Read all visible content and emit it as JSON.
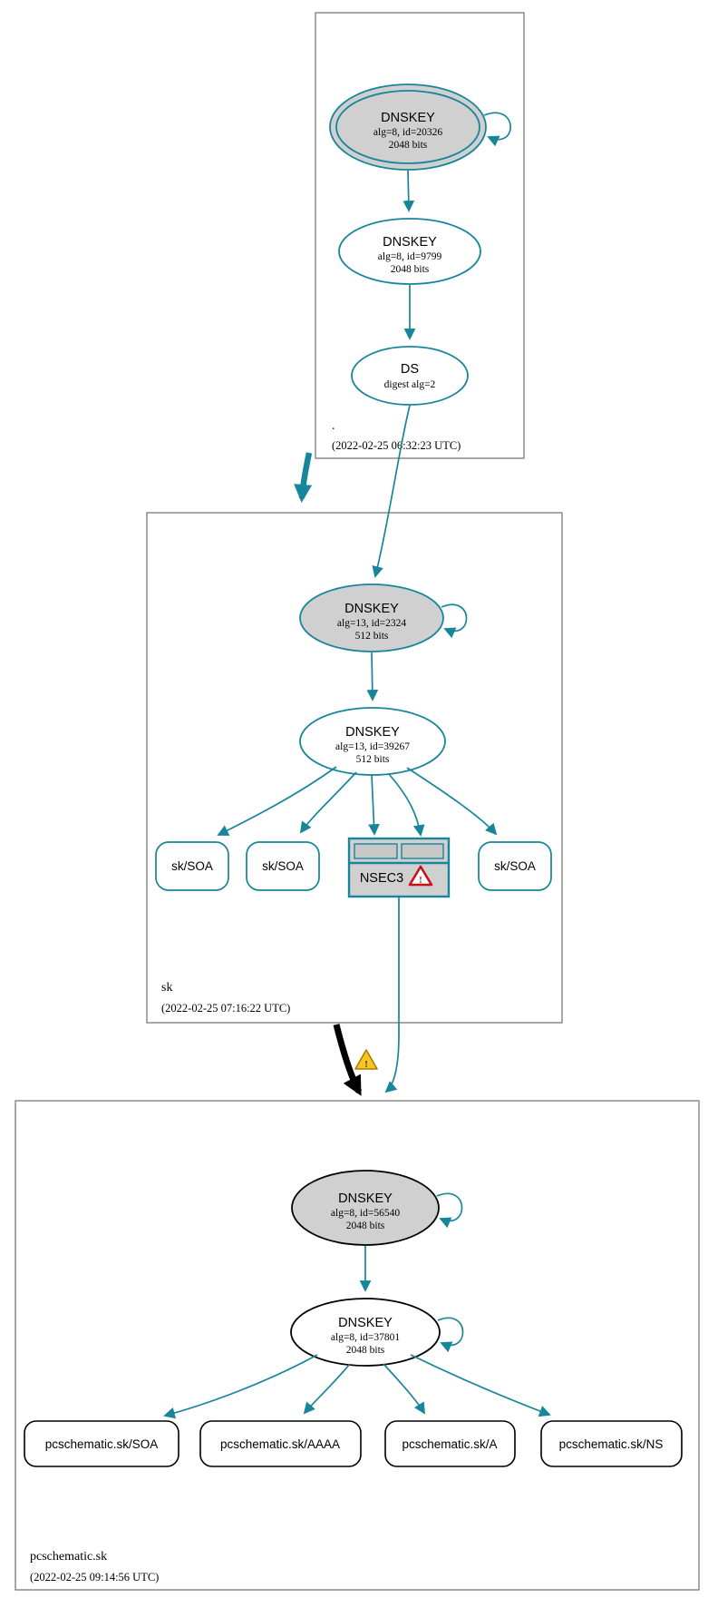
{
  "diagram": {
    "type": "dnssec-authentication-chain",
    "icons": {
      "exclamation": "!"
    },
    "colors": {
      "edge_teal": "#17859a",
      "node_gray_fill": "#d0d0d0",
      "node_border_black": "#000000",
      "cluster_border": "#6e6e6e",
      "warning_yellow": "#f7c71f",
      "error_red": "#c41414"
    },
    "zones": {
      "root": {
        "label": ".",
        "timestamp": "(2022-02-25 06:32:23 UTC)",
        "ksk": {
          "title": "DNSKEY",
          "alg": "alg=8, id=20326",
          "bits": "2048 bits"
        },
        "zsk": {
          "title": "DNSKEY",
          "alg": "alg=8, id=9799",
          "bits": "2048 bits"
        },
        "ds": {
          "title": "DS",
          "digest": "digest alg=2"
        }
      },
      "sk": {
        "label": "sk",
        "timestamp": "(2022-02-25 07:16:22 UTC)",
        "ksk": {
          "title": "DNSKEY",
          "alg": "alg=13, id=2324",
          "bits": "512 bits"
        },
        "zsk": {
          "title": "DNSKEY",
          "alg": "alg=13, id=39267",
          "bits": "512 bits"
        },
        "soa1": {
          "label": "sk/SOA"
        },
        "soa2": {
          "label": "sk/SOA"
        },
        "soa3": {
          "label": "sk/SOA"
        },
        "nsec3": {
          "label": "NSEC3"
        }
      },
      "pcschematic": {
        "label": "pcschematic.sk",
        "timestamp": "(2022-02-25 09:14:56 UTC)",
        "ksk": {
          "title": "DNSKEY",
          "alg": "alg=8, id=56540",
          "bits": "2048 bits"
        },
        "zsk": {
          "title": "DNSKEY",
          "alg": "alg=8, id=37801",
          "bits": "2048 bits"
        },
        "soa": {
          "label": "pcschematic.sk/SOA"
        },
        "aaaa": {
          "label": "pcschematic.sk/AAAA"
        },
        "a": {
          "label": "pcschematic.sk/A"
        },
        "ns": {
          "label": "pcschematic.sk/NS"
        }
      }
    }
  }
}
